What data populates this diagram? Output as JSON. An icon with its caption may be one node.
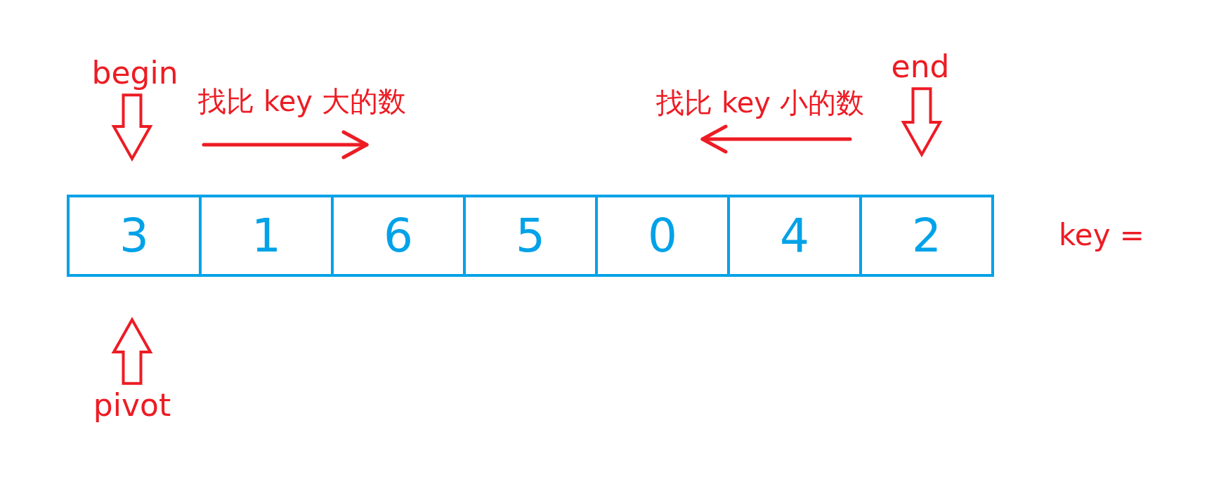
{
  "diagram": {
    "nodes": [
      {
        "text": [
          "begin"
        ]
      },
      {
        "text": [
          "end"
        ]
      },
      {
        "text": [
          "3"
        ]
      },
      {
        "text": [
          "1"
        ]
      },
      {
        "text": [
          "6"
        ]
      },
      {
        "text": [
          "5"
        ]
      },
      {
        "text": [
          "0"
        ]
      },
      {
        "text": [
          "4"
        ]
      },
      {
        "text": [
          "2"
        ]
      },
      {
        "text": [
          "pivot"
        ]
      }
    ],
    "edges": [
      {
        "from": 0,
        "to": 2,
        "arrow": "to"
      },
      {
        "from": 1,
        "to": 8,
        "arrow": "to"
      },
      {
        "from": 9,
        "to": 2,
        "arrow": "to"
      }
    ],
    "labels": [
      "找比 key 大的数",
      "找比 key 小的数",
      "key ="
    ]
  }
}
